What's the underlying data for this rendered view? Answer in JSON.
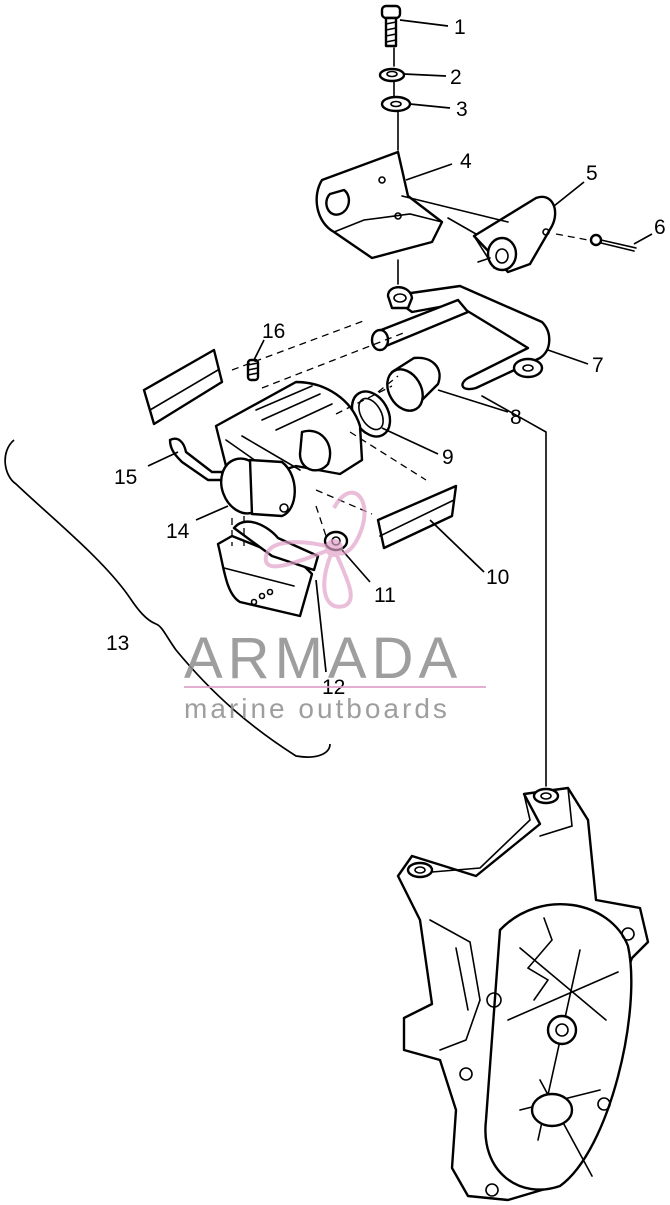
{
  "callouts": [
    {
      "label": "1"
    },
    {
      "label": "2"
    },
    {
      "label": "3"
    },
    {
      "label": "4"
    },
    {
      "label": "5"
    },
    {
      "label": "6"
    },
    {
      "label": "7"
    },
    {
      "label": "8"
    },
    {
      "label": "9"
    },
    {
      "label": "10"
    },
    {
      "label": "11"
    },
    {
      "label": "12"
    },
    {
      "label": "13"
    },
    {
      "label": "14"
    },
    {
      "label": "15"
    },
    {
      "label": "16"
    }
  ],
  "watermark": {
    "brand": "ARMADA",
    "tagline": "marine outboards",
    "brand_color": "#8e8e8e",
    "accent_color": "#e0a0c8"
  },
  "colors": {
    "line": "#000000",
    "background": "#ffffff"
  }
}
